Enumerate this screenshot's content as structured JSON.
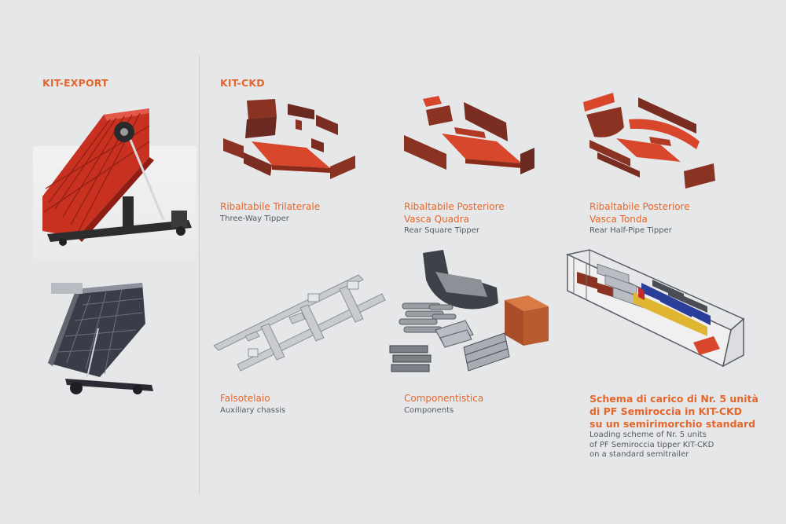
{
  "sections": {
    "export_title": "KIT-EXPORT",
    "ckd_title": "KIT-CKD"
  },
  "items": [
    {
      "it": "Ribaltabile Trilaterale",
      "en": "Three-Way Tipper"
    },
    {
      "it_line1": "Ribaltabile Posteriore",
      "it_line2": "Vasca Quadra",
      "en": "Rear Square Tipper"
    },
    {
      "it_line1": "Ribaltabile Posteriore",
      "it_line2": "Vasca Tonda",
      "en": "Rear Half-Pipe Tipper"
    },
    {
      "it": "Falsotelaio",
      "en": "Auxiliary chassis"
    },
    {
      "it": "Componentistica",
      "en": "Components"
    },
    {
      "it_line1": "Schema di carico di Nr. 5 unità",
      "it_line2": "di PF Semiroccia in KIT-CKD",
      "it_line3": "su un semirimorchio standard",
      "en_line1": "Loading scheme of Nr. 5 units",
      "en_line2": "of PF Semiroccia tipper KIT-CKD",
      "en_line3": "on a standard semitrailer"
    }
  ],
  "colors": {
    "accent": "#e5662a",
    "background": "#e6e7e9",
    "red_part": "#d8462c",
    "dark_part": "#6a2a22",
    "grey_part": "#8c9096"
  }
}
